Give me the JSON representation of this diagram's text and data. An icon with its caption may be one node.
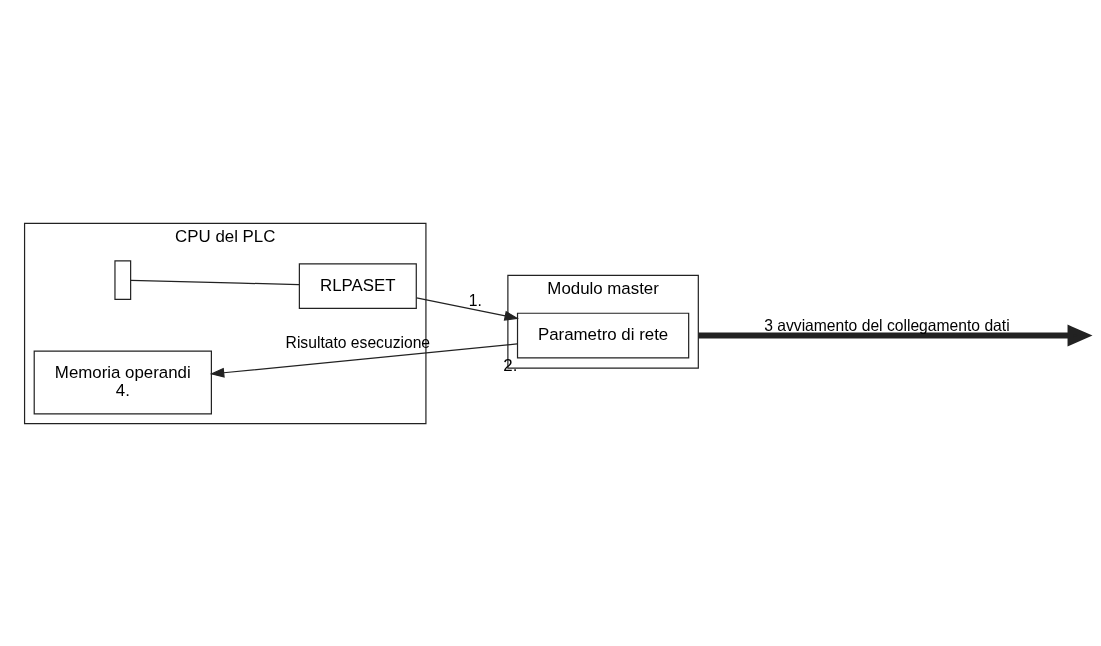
{
  "diagram": {
    "nodes": [
      {
        "text": [
          "CPU del PLC"
        ]
      },
      {
        "text": [
          "Modulo master"
        ]
      },
      {
        "text": [],
        "shape": "contact",
        "in": 0
      },
      {
        "text": [
          "RLPASET"
        ],
        "in": 0
      },
      {
        "text": [
          "Memoria operandi",
          "4."
        ],
        "in": 0
      },
      {
        "text": [
          "Parametro di rete"
        ],
        "in": 1,
        "beside": [
          "2."
        ]
      }
    ],
    "edges": [
      {
        "from": 2,
        "to": 3,
        "arrow": "none"
      },
      {
        "from": 3,
        "to": 5,
        "arrow": "to",
        "label": "1."
      },
      {
        "from": 5,
        "to": 4,
        "arrow": "to",
        "label": "Risultato esecuzione"
      },
      {
        "from": 1,
        "to": null,
        "arrow": "to",
        "label": "3 avviamento del collegamento dati",
        "style": "thick"
      }
    ]
  }
}
